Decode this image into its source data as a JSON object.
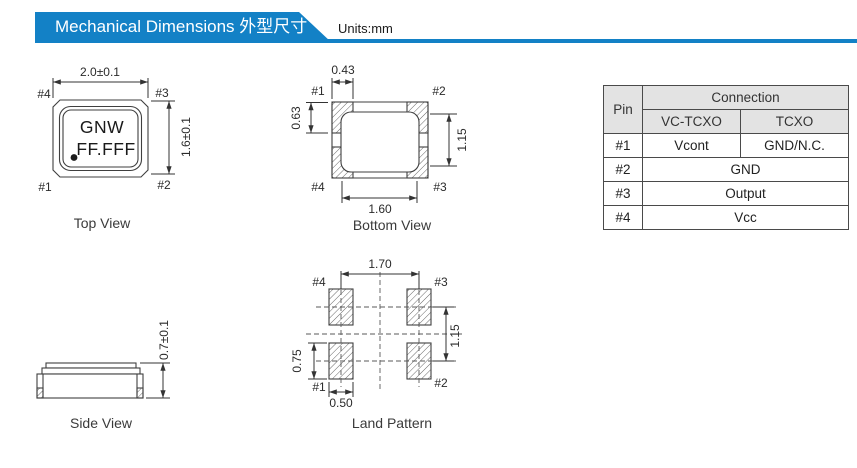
{
  "colors": {
    "accent_blue": "#1381c6",
    "table_header_bg": "#e3e3e3",
    "drawing_line": "#3f3f3f"
  },
  "header": {
    "title": "Mechanical Dimensions 外型尺寸",
    "units": "Units:mm"
  },
  "top_view": {
    "caption": "Top View",
    "marking_line1": "GNW",
    "marking_line2": "FF.FFF",
    "dim_width": "2.0±0.1",
    "dim_height": "1.6±0.1",
    "pin_top_left": "#4",
    "pin_top_right": "#3",
    "pin_bottom_left": "#1",
    "pin_bottom_right": "#2"
  },
  "bottom_view": {
    "caption": "Bottom View",
    "dim_pad_width": "0.43",
    "dim_pad_height": "0.63",
    "dim_vertical": "1.15",
    "dim_horizontal": "1.60",
    "pin_top_left": "#1",
    "pin_top_right": "#2",
    "pin_bottom_left": "#4",
    "pin_bottom_right": "#3"
  },
  "side_view": {
    "caption": "Side View",
    "dim_height": "0.7±0.1"
  },
  "land_pattern": {
    "caption": "Land Pattern",
    "dim_pitch_x": "1.70",
    "dim_pitch_y": "1.15",
    "dim_pad_height": "0.75",
    "dim_pad_width": "0.50",
    "pin_top_left": "#4",
    "pin_top_right": "#3",
    "pin_bottom_left": "#1",
    "pin_bottom_right": "#2"
  },
  "pin_table": {
    "header_pin": "Pin",
    "header_connection": "Connection",
    "header_vctcxo": "VC-TCXO",
    "header_tcxo": "TCXO",
    "rows": [
      {
        "pin": "#1",
        "vctcxo": "Vcont",
        "tcxo": "GND/N.C."
      },
      {
        "pin": "#2",
        "connection": "GND"
      },
      {
        "pin": "#3",
        "connection": "Output"
      },
      {
        "pin": "#4",
        "connection": "Vcc"
      }
    ]
  }
}
